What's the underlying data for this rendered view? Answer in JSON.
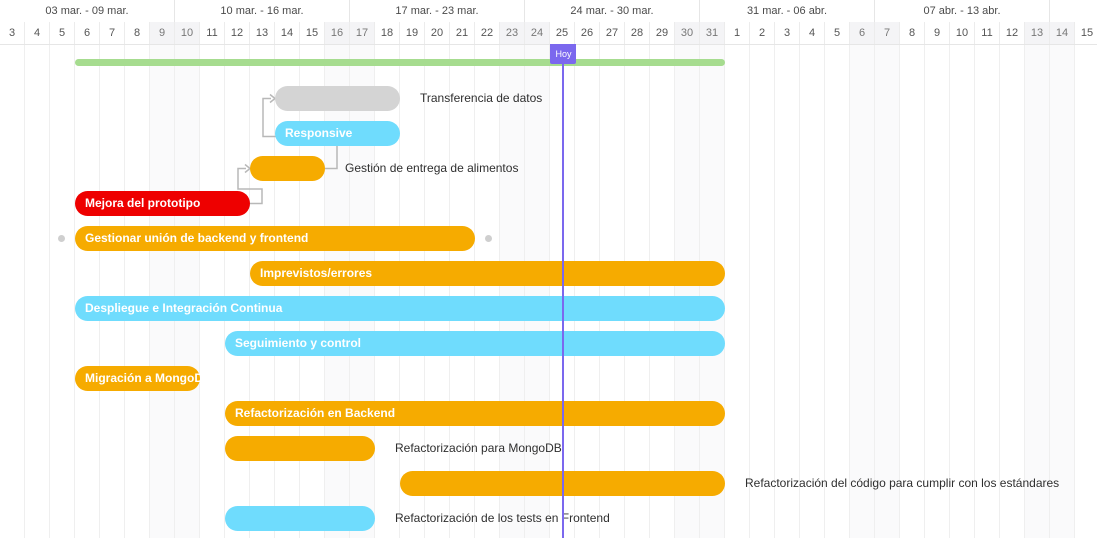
{
  "timeline": {
    "weeks": [
      "03 mar. - 09 mar.",
      "10 mar. - 16 mar.",
      "17 mar. - 23 mar.",
      "24 mar. - 30 mar.",
      "31 mar. - 06 abr.",
      "07 abr. - 13 abr."
    ],
    "days": [
      "3",
      "4",
      "5",
      "6",
      "7",
      "8",
      "9",
      "10",
      "11",
      "12",
      "13",
      "14",
      "15",
      "16",
      "17",
      "18",
      "19",
      "20",
      "21",
      "22",
      "23",
      "24",
      "25",
      "26",
      "27",
      "28",
      "29",
      "30",
      "31",
      "1",
      "2",
      "3",
      "4",
      "5",
      "6",
      "7",
      "8",
      "9",
      "10",
      "11",
      "12",
      "13",
      "14",
      "15"
    ],
    "weekend_indices": [
      6,
      7,
      13,
      14,
      20,
      21,
      27,
      28,
      34,
      35,
      41,
      42
    ],
    "today_label": "Hoy",
    "today_index": 22
  },
  "milestone": {
    "start": 3,
    "end": 29,
    "color": "#a6dc8f"
  },
  "tasks": [
    {
      "id": "t1",
      "name": "Transferencia de datos",
      "start": 11,
      "end": 16,
      "color": "#d4d4d4",
      "label_outside": true
    },
    {
      "id": "t2",
      "name": "Responsive",
      "start": 11,
      "end": 16,
      "color": "#6fdcfd",
      "label_outside": false
    },
    {
      "id": "t3",
      "name": "Gestión de entrega de alimentos",
      "start": 10,
      "end": 13,
      "color": "#f6ab00",
      "label_outside": true
    },
    {
      "id": "t4",
      "name": "Mejora del prototipo",
      "start": 3,
      "end": 10,
      "color": "#ee0000",
      "label_outside": false
    },
    {
      "id": "t5",
      "name": "Gestionar unión de backend y frontend",
      "start": 3,
      "end": 19,
      "color": "#f6ab00",
      "label_outside": false,
      "handles": true
    },
    {
      "id": "t6",
      "name": "Imprevistos/errores",
      "start": 10,
      "end": 29,
      "color": "#f6ab00",
      "label_outside": false
    },
    {
      "id": "t7",
      "name": "Despliegue e Integración Continua",
      "start": 3,
      "end": 29,
      "color": "#6fdcfd",
      "label_outside": false
    },
    {
      "id": "t8",
      "name": "Seguimiento y control",
      "start": 9,
      "end": 29,
      "color": "#6fdcfd",
      "label_outside": false
    },
    {
      "id": "t9",
      "name": "Migración a MongoDB",
      "start": 3,
      "end": 8,
      "color": "#f6ab00",
      "label_outside": false
    },
    {
      "id": "t10",
      "name": "Refactorización en Backend",
      "start": 9,
      "end": 29,
      "color": "#f6ab00",
      "label_outside": false
    },
    {
      "id": "t11",
      "name": "Refactorización para MongoDB",
      "start": 9,
      "end": 15,
      "color": "#f6ab00",
      "label_outside": true
    },
    {
      "id": "t12",
      "name": "Refactorización del código para cumplir con los estándares",
      "start": 16,
      "end": 29,
      "color": "#f6ab00",
      "label_outside": true
    },
    {
      "id": "t13",
      "name": "Refactorización de los tests en Frontend",
      "start": 9,
      "end": 15,
      "color": "#6fdcfd",
      "label_outside": true
    }
  ],
  "dependencies": [
    {
      "from": "t4",
      "to": "t3"
    },
    {
      "from": "t3",
      "to": "t1"
    }
  ]
}
